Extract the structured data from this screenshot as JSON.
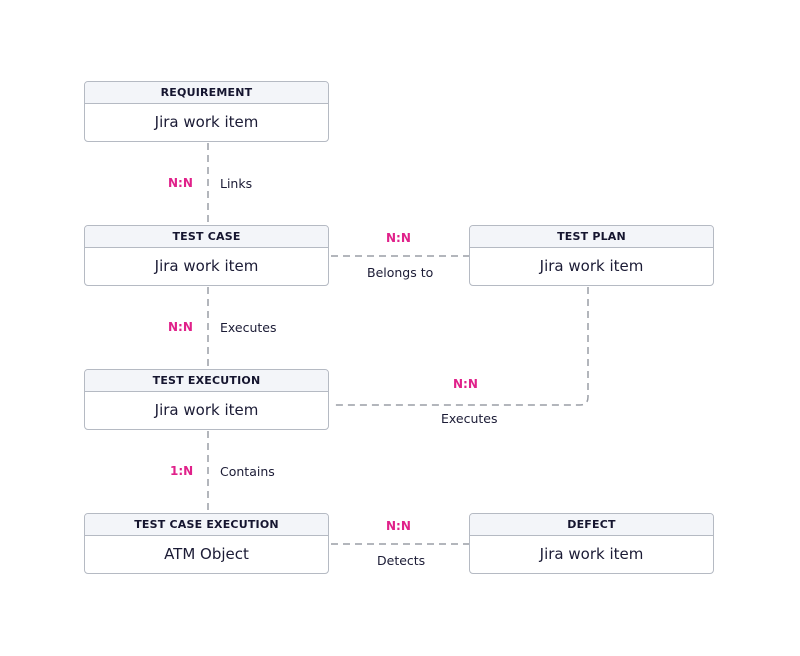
{
  "entities": {
    "requirement": {
      "header": "REQUIREMENT",
      "body": "Jira work item"
    },
    "test_case": {
      "header": "TEST CASE",
      "body": "Jira work item"
    },
    "test_plan": {
      "header": "TEST PLAN",
      "body": "Jira work item"
    },
    "test_execution": {
      "header": "TEST EXECUTION",
      "body": "Jira work item"
    },
    "test_case_execution": {
      "header": "TEST CASE EXECUTION",
      "body": "ATM Object"
    },
    "defect": {
      "header": "DEFECT",
      "body": "Jira work item"
    }
  },
  "relationships": {
    "requirement_test_case": {
      "cardinality": "N:N",
      "label": "Links"
    },
    "test_case_test_plan": {
      "cardinality": "N:N",
      "label": "Belongs to"
    },
    "test_case_test_execution": {
      "cardinality": "N:N",
      "label": "Executes"
    },
    "test_plan_test_execution": {
      "cardinality": "N:N",
      "label": "Executes"
    },
    "test_execution_test_case_execution": {
      "cardinality": "1:N",
      "label": "Contains"
    },
    "test_case_execution_defect": {
      "cardinality": "N:N",
      "label": "Detects"
    }
  },
  "colors": {
    "cardinality": "#e0218a",
    "border": "#b5bac3",
    "header_background": "#f3f5f9",
    "connector": "#9a9ea6",
    "text": "#1b1b35"
  }
}
